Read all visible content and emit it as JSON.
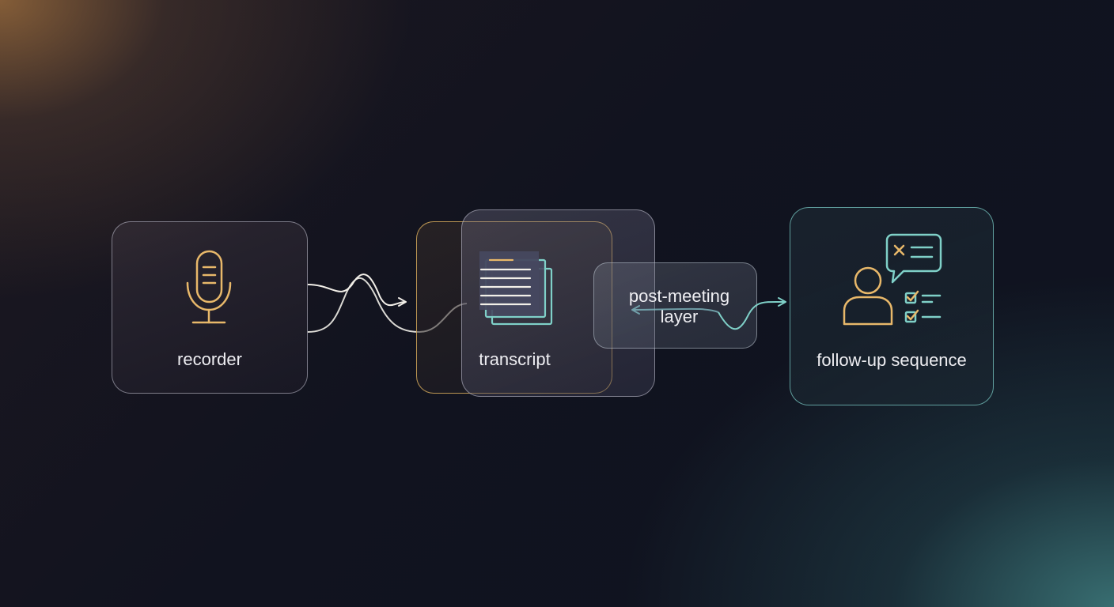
{
  "nodes": {
    "recorder": {
      "label": "recorder",
      "icon": "microphone-icon"
    },
    "transcript": {
      "label": "transcript",
      "icon": "document-stack-icon"
    },
    "layer": {
      "label": "post-meeting layer"
    },
    "follow_up": {
      "label": "follow-up sequence",
      "icon": "person-chat-checklist-icon"
    }
  },
  "colors": {
    "amber": "#e8b86a",
    "teal": "#7fd0c8",
    "white": "#eeeef2"
  }
}
